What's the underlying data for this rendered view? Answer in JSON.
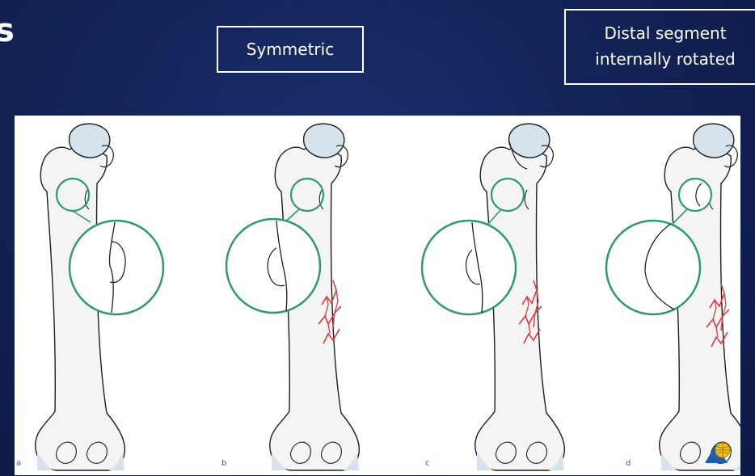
{
  "slide": {
    "title_fragment": "s",
    "label_symmetric": "Symmetric",
    "label_distal_line1": "Distal segment",
    "label_distal_line2": "internally rotated"
  },
  "figure": {
    "panels": [
      {
        "letter": "a",
        "fracture": false
      },
      {
        "letter": "b",
        "fracture": true
      },
      {
        "letter": "c",
        "fracture": true
      },
      {
        "letter": "d",
        "fracture": true
      }
    ],
    "colors": {
      "bone_fill": "#f4f4f4",
      "bone_outline": "#1e1e1e",
      "magnifier": "#2f9a6a",
      "fracture": "#e0393e",
      "femoral_head": "#d6e3ec",
      "label_letter": "#2b66a8",
      "background": "#0f1f4e"
    },
    "logo": "ao-foundation-logo"
  }
}
